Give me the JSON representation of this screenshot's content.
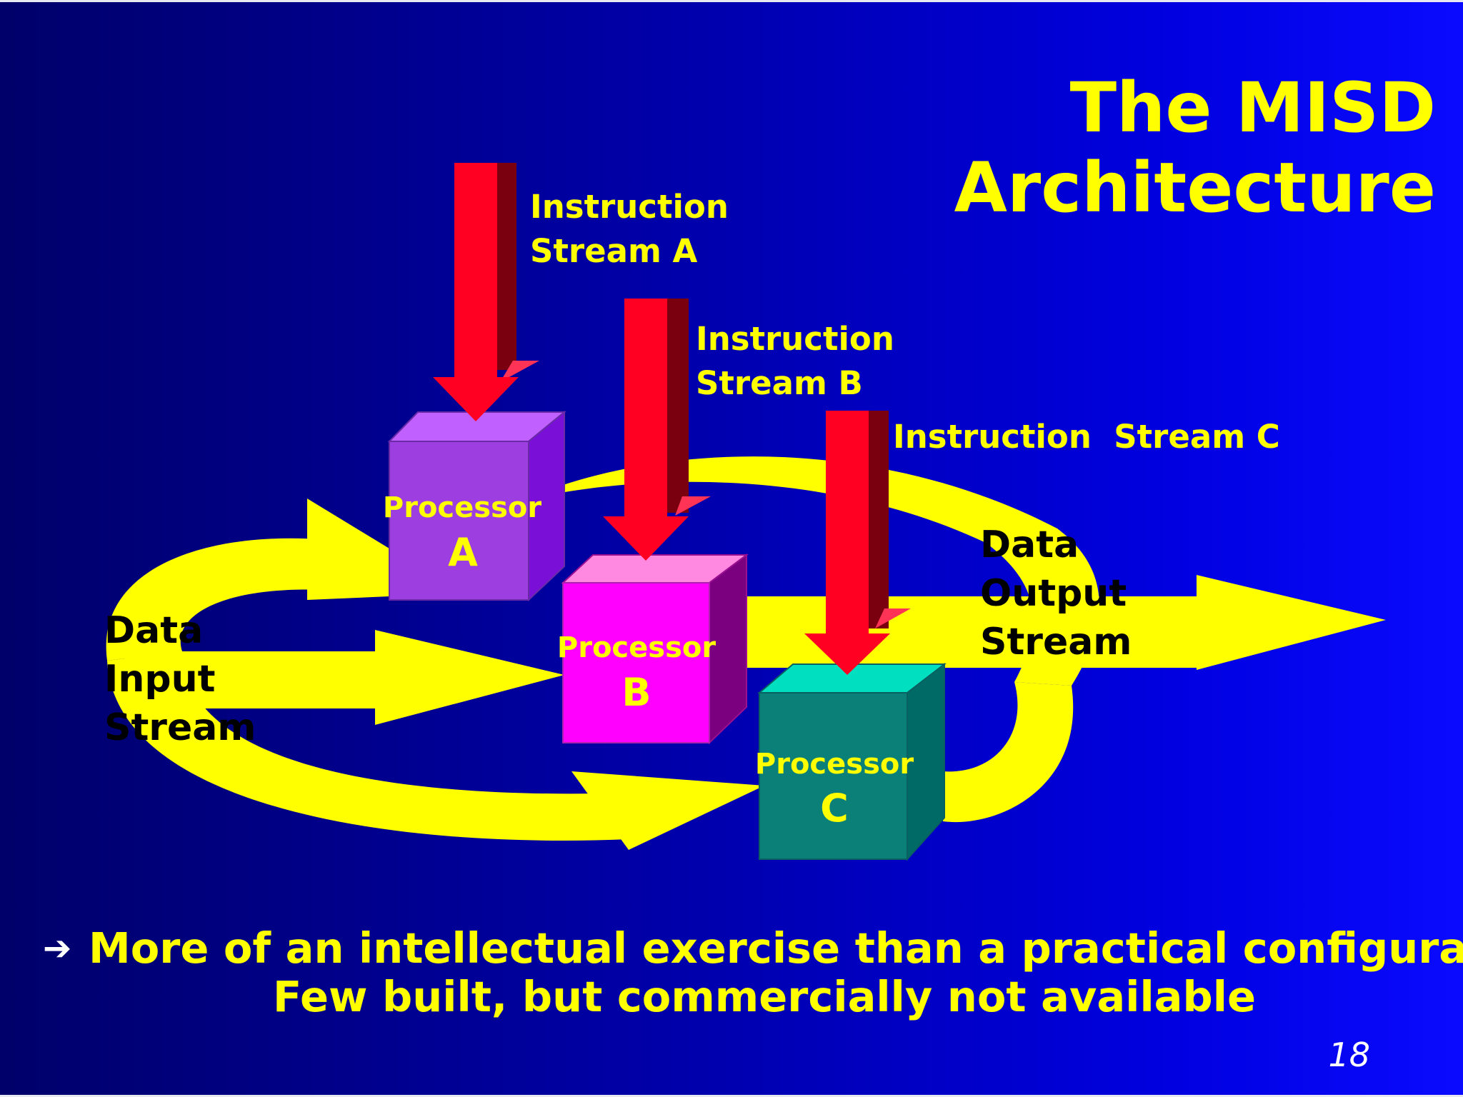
{
  "slide": {
    "title_line1": "The MISD",
    "title_line2": "Architecture",
    "instruction_a_line1": "Instruction",
    "instruction_a_line2": "Stream A",
    "instruction_b_line1": "Instruction",
    "instruction_b_line2": "Stream B",
    "instruction_c": "Instruction  Stream C",
    "data_input_line1": "Data",
    "data_input_line2": "Input",
    "data_input_line3": "Stream",
    "data_output_line1": "Data",
    "data_output_line2": "Output",
    "data_output_line3": "Stream",
    "processor_a_name": "Processor",
    "processor_a_letter": "A",
    "processor_b_name": "Processor",
    "processor_b_letter": "B",
    "processor_c_name": "Processor",
    "processor_c_letter": "C",
    "bullet_line1": "More of an intellectual exercise than a practical configuration.",
    "bullet_line2": "Few built, but commercially not available",
    "slide_number": "18"
  },
  "colors": {
    "background": "#0000b0",
    "title": "#ffff00",
    "data_arrows": "#ffff00",
    "instruction_arrows": "#ff0022",
    "processor_a": "#9d3fe0",
    "processor_b": "#ff00ff",
    "processor_c": "#0a8079"
  },
  "icons": {
    "bullet": "right-arrow-icon"
  }
}
